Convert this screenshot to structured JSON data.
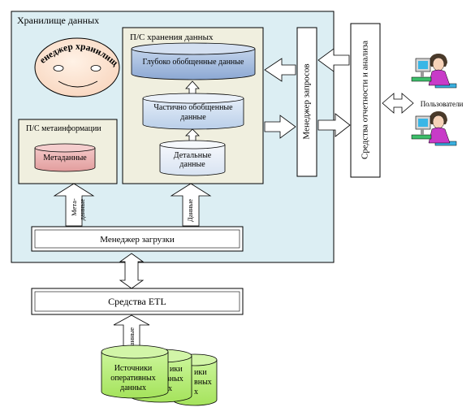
{
  "warehouse": {
    "title": "Хранилище данных",
    "manager_label": "Менеджер хранилища"
  },
  "meta_subsystem": {
    "title": "П/С метаинформации",
    "metadata_label": "Метаданные"
  },
  "storage_subsystem": {
    "title": "П/С  хранения данных",
    "deep_label": "Глубоко обобщенные данные",
    "partial_label_1": "Частично обобщенные",
    "partial_label_2": "данные",
    "detail_label_1": "Детальные",
    "detail_label_2": "данные"
  },
  "query_manager": {
    "label": "Менеджер запросов"
  },
  "reporting_tools": {
    "label": "Средства отчетности и анализа"
  },
  "users": {
    "label": "Пользователи"
  },
  "load_manager": {
    "label": "Менеджер загрузки",
    "meta_arrow_label_1": "Мета-",
    "meta_arrow_label_2": "данные",
    "data_arrow_label": "Данные"
  },
  "etl": {
    "label": "Средства ETL",
    "data_arrow_label": "Данные"
  },
  "sources": {
    "front_label_1": "Источники",
    "front_label_2": "оперативных",
    "front_label_3": "данных",
    "back1_label_1": "ики",
    "back1_label_2": "вных",
    "back1_label_3": "х",
    "back2_label_1": "ики",
    "back2_label_2": "вных",
    "back2_label_3": "х"
  },
  "colors": {
    "warehouse_bg": "#DCEEF3",
    "subsystem_bg": "#F0EFDF",
    "deep_cylinder": "#9BB5DA",
    "partial_cylinder": "#C7D9ED",
    "detail_cylinder": "#E4ECF6",
    "metadata_cylinder": "#E9A8A8",
    "manager_face": "#FDE3D0",
    "source_cylinder": "#B6ED74"
  }
}
